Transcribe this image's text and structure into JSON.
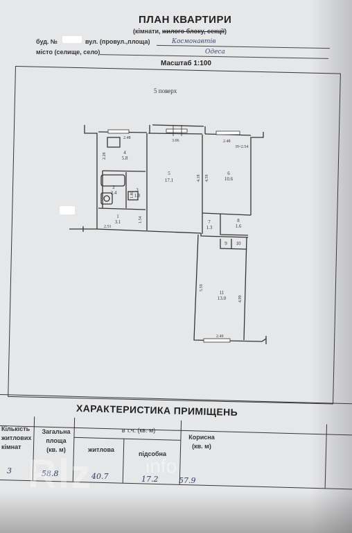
{
  "header": {
    "title": "ПЛАН КВАРТИРИ",
    "subtitle_start": "(кімнати, ",
    "subtitle_strike": "жилого блоку, секції",
    "subtitle_end": ")",
    "building_label": "буд. №",
    "street_label": "вул. (провул.,площа)",
    "street_value": "Космонавтів",
    "city_label": "місто (селище, село)",
    "city_value": "Одеса",
    "scale": "Масштаб 1:100"
  },
  "plan": {
    "floor_label": "5 поверх",
    "rooms": [
      {
        "num": "4",
        "area": "5.8"
      },
      {
        "num": "5",
        "area": "17.1"
      },
      {
        "num": "6",
        "area": "10.6"
      },
      {
        "num": "2",
        "area": "2.4"
      },
      {
        "num": "3",
        "area": "1.8"
      },
      {
        "num": "1",
        "area": "3.1"
      },
      {
        "num": "7",
        "area": "1.3"
      },
      {
        "num": "8",
        "area": "1.6"
      },
      {
        "num": "9",
        "area": ""
      },
      {
        "num": "10",
        "area": ""
      },
      {
        "num": "11",
        "area": "13.0"
      }
    ],
    "dims": {
      "d1": "2.48",
      "d2": "3.06",
      "d3": "2.48",
      "d4": "H=2.54",
      "d5": "2.28",
      "d6": "4.18",
      "d7": "4.59",
      "d8": "1.80",
      "d9": "1.54",
      "d10": "2.51",
      "d11": "5.59",
      "d12": "4.99",
      "d13": "2.49"
    }
  },
  "characteristics": {
    "title": "ХАРАКТЕРИСТИКА ПРИМІЩЕНЬ",
    "col_rooms": [
      "Кількість",
      "житлових",
      "кімнат"
    ],
    "col_total": [
      "Загальна",
      "площа",
      "(кв. м)"
    ],
    "col_including": "в т.ч. (кв. м)",
    "col_living": "житлова",
    "col_aux": "підсобна",
    "col_useful": [
      "Корисна",
      "(кв. м)"
    ],
    "values": {
      "rooms": "3",
      "total": "58.8",
      "living": "40.7",
      "aux": "17.2",
      "useful": "57.9"
    }
  },
  "watermark": {
    "brand": "Rlz",
    "info": "info"
  }
}
